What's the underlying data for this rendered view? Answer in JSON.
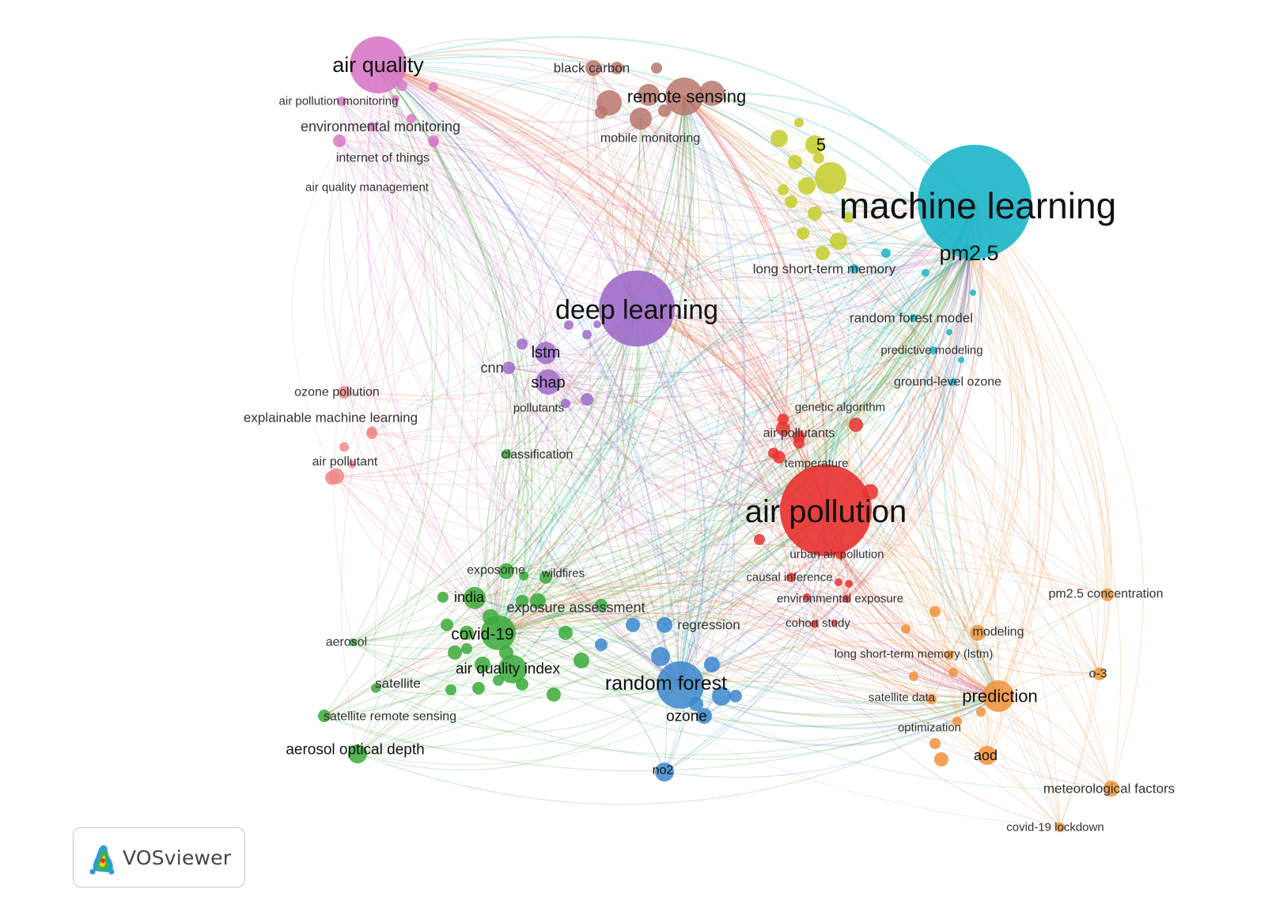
{
  "app": {
    "logo_text": "VOSviewer"
  },
  "colors": {
    "red": "#e8312f",
    "cyan": "#1ab5c7",
    "purple": "#9f6cc9",
    "pink": "#d779c6",
    "brown": "#b9776c",
    "yellowgreen": "#c5cc2a",
    "green": "#3aaa3a",
    "blue": "#3b87cc",
    "orange": "#f0923a",
    "salmon": "#ef8a8a"
  },
  "nodes": [
    {
      "id": "air-pollution",
      "label": "air pollution",
      "cluster": "red"
    },
    {
      "id": "air-pollutants",
      "label": "air pollutants",
      "cluster": "red"
    },
    {
      "id": "genetic-algorithm",
      "label": "genetic algorithm",
      "cluster": "red"
    },
    {
      "id": "temperature",
      "label": "temperature",
      "cluster": "red"
    },
    {
      "id": "urban-air-pollution",
      "label": "urban air pollution",
      "cluster": "red"
    },
    {
      "id": "causal-inference",
      "label": "causal inference",
      "cluster": "red"
    },
    {
      "id": "environmental-exposure",
      "label": "environmental exposure",
      "cluster": "red"
    },
    {
      "id": "cohort-study",
      "label": "cohort study",
      "cluster": "red"
    },
    {
      "id": "machine-learning",
      "label": "machine learning",
      "cluster": "cyan"
    },
    {
      "id": "pm25",
      "label": "pm2.5",
      "cluster": "cyan"
    },
    {
      "id": "lstm-long",
      "label": "long short-term memory",
      "cluster": "cyan"
    },
    {
      "id": "random-forest-model",
      "label": "random forest model",
      "cluster": "cyan"
    },
    {
      "id": "predictive-modeling",
      "label": "predictive modeling",
      "cluster": "cyan"
    },
    {
      "id": "ground-level-ozone",
      "label": "ground-level ozone",
      "cluster": "cyan"
    },
    {
      "id": "five",
      "label": "5",
      "cluster": "yellowgreen"
    },
    {
      "id": "deep-learning",
      "label": "deep learning",
      "cluster": "purple"
    },
    {
      "id": "lstm",
      "label": "lstm",
      "cluster": "purple"
    },
    {
      "id": "cnn",
      "label": "cnn",
      "cluster": "purple"
    },
    {
      "id": "shap",
      "label": "shap",
      "cluster": "purple"
    },
    {
      "id": "pollutants",
      "label": "pollutants",
      "cluster": "purple"
    },
    {
      "id": "air-quality",
      "label": "air quality",
      "cluster": "pink"
    },
    {
      "id": "air-pollution-monitoring",
      "label": "air pollution monitoring",
      "cluster": "pink"
    },
    {
      "id": "environmental-monitoring",
      "label": "environmental monitoring",
      "cluster": "pink"
    },
    {
      "id": "internet-of-things",
      "label": "internet of things",
      "cluster": "pink"
    },
    {
      "id": "air-quality-management",
      "label": "air quality management",
      "cluster": "pink"
    },
    {
      "id": "black-carbon",
      "label": "black carbon",
      "cluster": "brown"
    },
    {
      "id": "remote-sensing",
      "label": "remote sensing",
      "cluster": "brown"
    },
    {
      "id": "mobile-monitoring",
      "label": "mobile monitoring",
      "cluster": "brown"
    },
    {
      "id": "ozone-pollution",
      "label": "ozone pollution",
      "cluster": "salmon"
    },
    {
      "id": "explainable-ml",
      "label": "explainable machine learning",
      "cluster": "salmon"
    },
    {
      "id": "air-pollutant",
      "label": "air pollutant",
      "cluster": "salmon"
    },
    {
      "id": "classification",
      "label": "classification",
      "cluster": "green"
    },
    {
      "id": "exposome",
      "label": "exposome",
      "cluster": "green"
    },
    {
      "id": "wildfires",
      "label": "wildfires",
      "cluster": "green"
    },
    {
      "id": "india",
      "label": "india",
      "cluster": "green"
    },
    {
      "id": "exposure-assessment",
      "label": "exposure assessment",
      "cluster": "green"
    },
    {
      "id": "covid-19",
      "label": "covid-19",
      "cluster": "green"
    },
    {
      "id": "aerosol",
      "label": "aerosol",
      "cluster": "green"
    },
    {
      "id": "air-quality-index",
      "label": "air quality index",
      "cluster": "green"
    },
    {
      "id": "satellite",
      "label": "satellite",
      "cluster": "green"
    },
    {
      "id": "satellite-remote-sensing",
      "label": "satellite remote sensing",
      "cluster": "green"
    },
    {
      "id": "aod-depth",
      "label": "aerosol optical depth",
      "cluster": "green"
    },
    {
      "id": "regression",
      "label": "regression",
      "cluster": "blue"
    },
    {
      "id": "random-forest",
      "label": "random forest",
      "cluster": "blue"
    },
    {
      "id": "ozone",
      "label": "ozone",
      "cluster": "blue"
    },
    {
      "id": "no2",
      "label": "no2",
      "cluster": "blue"
    },
    {
      "id": "pm25-concentration",
      "label": "pm2.5 concentration",
      "cluster": "orange"
    },
    {
      "id": "modeling",
      "label": "modeling",
      "cluster": "orange"
    },
    {
      "id": "lstm-paren",
      "label": "long short-term memory (lstm)",
      "cluster": "orange"
    },
    {
      "id": "o3",
      "label": "o-3",
      "cluster": "orange"
    },
    {
      "id": "satellite-data",
      "label": "satellite data",
      "cluster": "orange"
    },
    {
      "id": "prediction",
      "label": "prediction",
      "cluster": "orange"
    },
    {
      "id": "optimization",
      "label": "optimization",
      "cluster": "orange"
    },
    {
      "id": "aod",
      "label": "aod",
      "cluster": "orange"
    },
    {
      "id": "meteorological-factors",
      "label": "meteorological factors",
      "cluster": "orange"
    },
    {
      "id": "covid-19-lockdown",
      "label": "covid-19 lockdown",
      "cluster": "orange"
    }
  ]
}
